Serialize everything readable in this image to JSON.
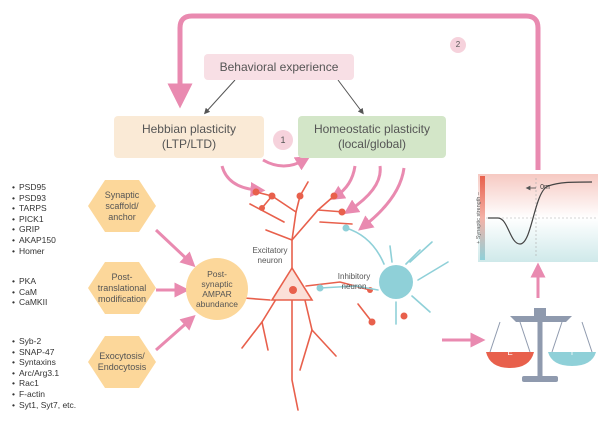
{
  "behavioral": "Behavioral experience",
  "hebbian": {
    "line1": "Hebbian plasticity",
    "line2": "(LTP/LTD)"
  },
  "homeostatic": {
    "line1": "Homeostatic plasticity",
    "line2": "(local/global)"
  },
  "step1": "1",
  "step2": "2",
  "hex": {
    "scaffold": {
      "line1": "Synaptic",
      "line2": "scaffold/",
      "line3": "anchor"
    },
    "ptm": {
      "line1": "Post-",
      "line2": "translational",
      "line3": "modification"
    },
    "exo": {
      "line1": "Exocytosis/",
      "line2": "Endocytosis"
    }
  },
  "ampar": {
    "line1": "Post-",
    "line2": "synaptic",
    "line3": "AMPAR",
    "line4": "abundance"
  },
  "lists": {
    "scaffold": [
      "PSD95",
      "PSD93",
      "TARPS",
      "PICK1",
      "GRIP",
      "AKAP150",
      "Homer"
    ],
    "ptm": [
      "PKA",
      "CaM",
      "CaMKII"
    ],
    "exo": [
      "Syb-2",
      "SNAP-47",
      "Syntaxins",
      "Arc/Arg3.1",
      "Rac1",
      "F-actin",
      "Syt1, Syt7, etc."
    ]
  },
  "neurons": {
    "excitatory": {
      "line1": "Excitatory",
      "line2": "neuron"
    },
    "inhibitory": {
      "line1": "Inhibitory",
      "line2": "neuron"
    }
  },
  "graph": {
    "ylabel": "+ Synaptic strength –",
    "marker": "0m"
  },
  "balance": {
    "left": "E",
    "right": "I"
  },
  "colors": {
    "pink_arrow": "#e98ab0",
    "dark_arrow": "#555555",
    "behavioral_box": "#f8dfe5",
    "hebbian_box": "#faead6",
    "homeostatic_box": "#d3e6c8",
    "hex_fill": "#fcd79a",
    "neuron_red": "#e8604c",
    "neuron_teal": "#8fd0d8",
    "graph_top": "#f6c9c2",
    "graph_bottom": "#cfe9ea"
  }
}
